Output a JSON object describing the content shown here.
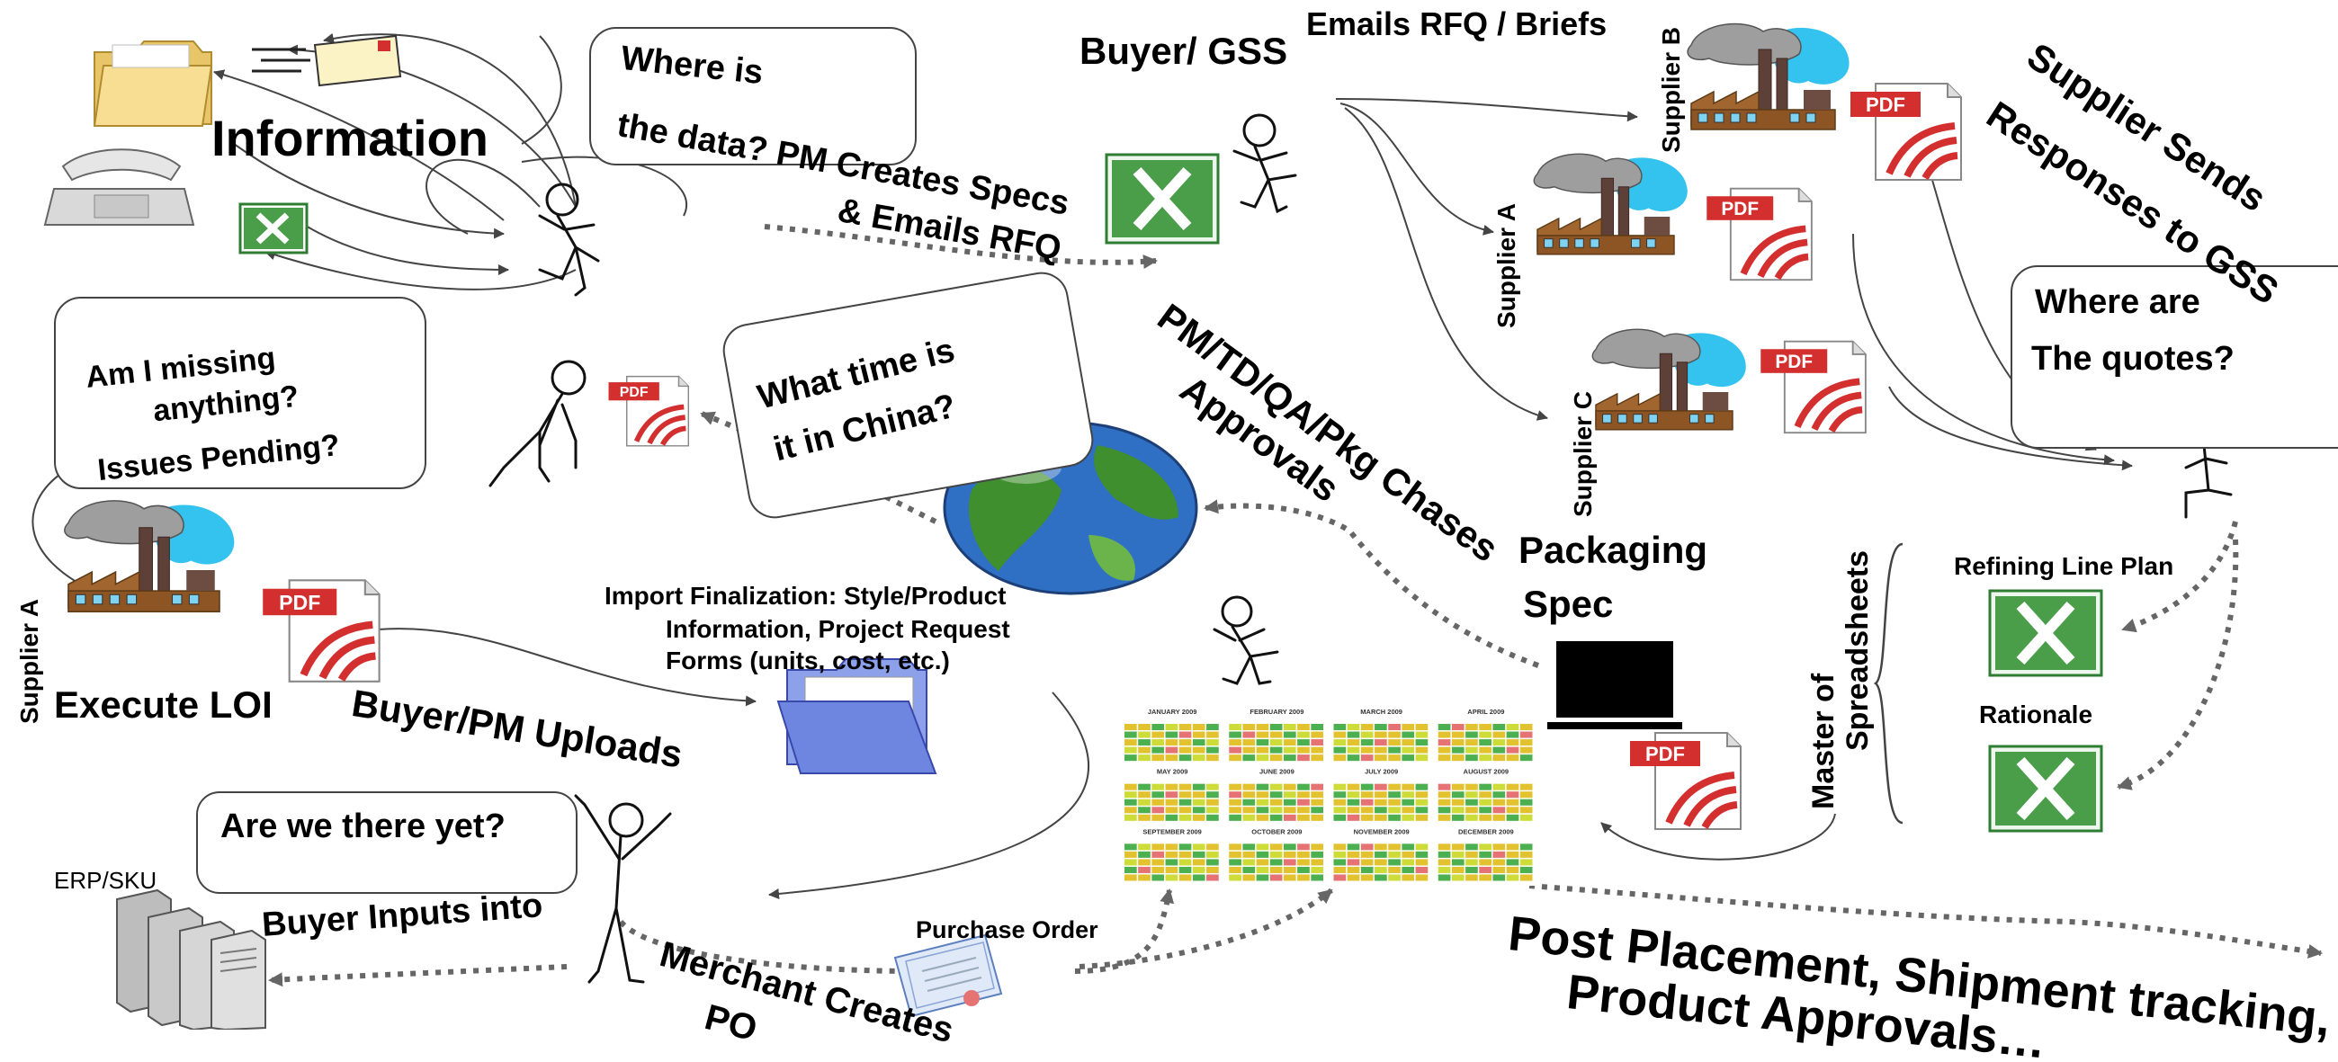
{
  "labels": {
    "information": "Information",
    "buyer_gss": "Buyer/ GSS",
    "emails_rfq_briefs": "Emails RFQ / Briefs",
    "pm_creates_specs_1": "the data? PM Creates Specs",
    "pm_creates_specs_2": "& Emails RFQ",
    "supplier_sends_1": "Supplier Sends",
    "supplier_sends_2": "Responses to GSS",
    "supplier_a": "Supplier A",
    "supplier_b": "Supplier B",
    "supplier_c": "Supplier C",
    "supplier_a_left": "Supplier A",
    "pm_chases_1": "PM/TD/QA/Pkg Chases",
    "pm_chases_2": "Approvals",
    "packaging_spec_1": "Packaging",
    "packaging_spec_2": "Spec",
    "refining_line_plan": "Refining Line Plan",
    "rationale": "Rationale",
    "master_of_spreadsheets_1": "Master of",
    "master_of_spreadsheets_2": "Spreadsheets",
    "execute_loi": "Execute LOI",
    "buyer_pm_uploads": "Buyer/PM Uploads",
    "import_finalization_1": "Import Finalization: Style/Product",
    "import_finalization_2": "Information, Project Request",
    "import_finalization_3": "Forms (units, cost, etc.)",
    "erp_sku": "ERP/SKU",
    "buyer_inputs_into": "Buyer Inputs into",
    "merchant_creates_1": "Merchant Creates",
    "merchant_creates_2": "PO",
    "purchase_order": "Purchase Order",
    "post_placement_1": "Post Placement, Shipment tracking,",
    "post_placement_2": "Product Approvals…",
    "pdf": "PDF"
  },
  "bubbles": {
    "where_is_1": "Where is",
    "where_is_2": "the data?",
    "am_i_missing_1": "Am I missing",
    "am_i_missing_2": "anything?",
    "am_i_missing_3": "Issues Pending?",
    "what_time_1": "What time is",
    "what_time_2": "it in China?",
    "where_are_1": "Where are",
    "where_are_2": "The quotes?",
    "are_we_there": "Are we there yet?"
  },
  "calendar": {
    "months": [
      "JANUARY 2009",
      "FEBRUARY 2009",
      "MARCH 2009",
      "APRIL 2009",
      "MAY 2009",
      "JUNE 2009",
      "JULY 2009",
      "AUGUST 2009",
      "SEPTEMBER 2009",
      "OCTOBER 2009",
      "NOVEMBER 2009",
      "DECEMBER 2009"
    ]
  },
  "colors": {
    "excel_green": "#2e7d32",
    "pdf_red": "#d32f2f",
    "folder_yellow": "#f2d37a",
    "folder_blue": "#6f86e0",
    "globe_blue": "#2f6fc4",
    "globe_green": "#3f8f2f",
    "cloud_blue": "#33c3ee",
    "dotted_arrow": "#666666"
  },
  "icons": [
    "folder-icon",
    "letter-icon",
    "phone-icon",
    "excel-icon",
    "pdf-icon",
    "factory-icon",
    "globe-icon",
    "server-icon",
    "certificate-icon",
    "calendar-icon",
    "stick-figure-icon",
    "laptop-icon"
  ]
}
